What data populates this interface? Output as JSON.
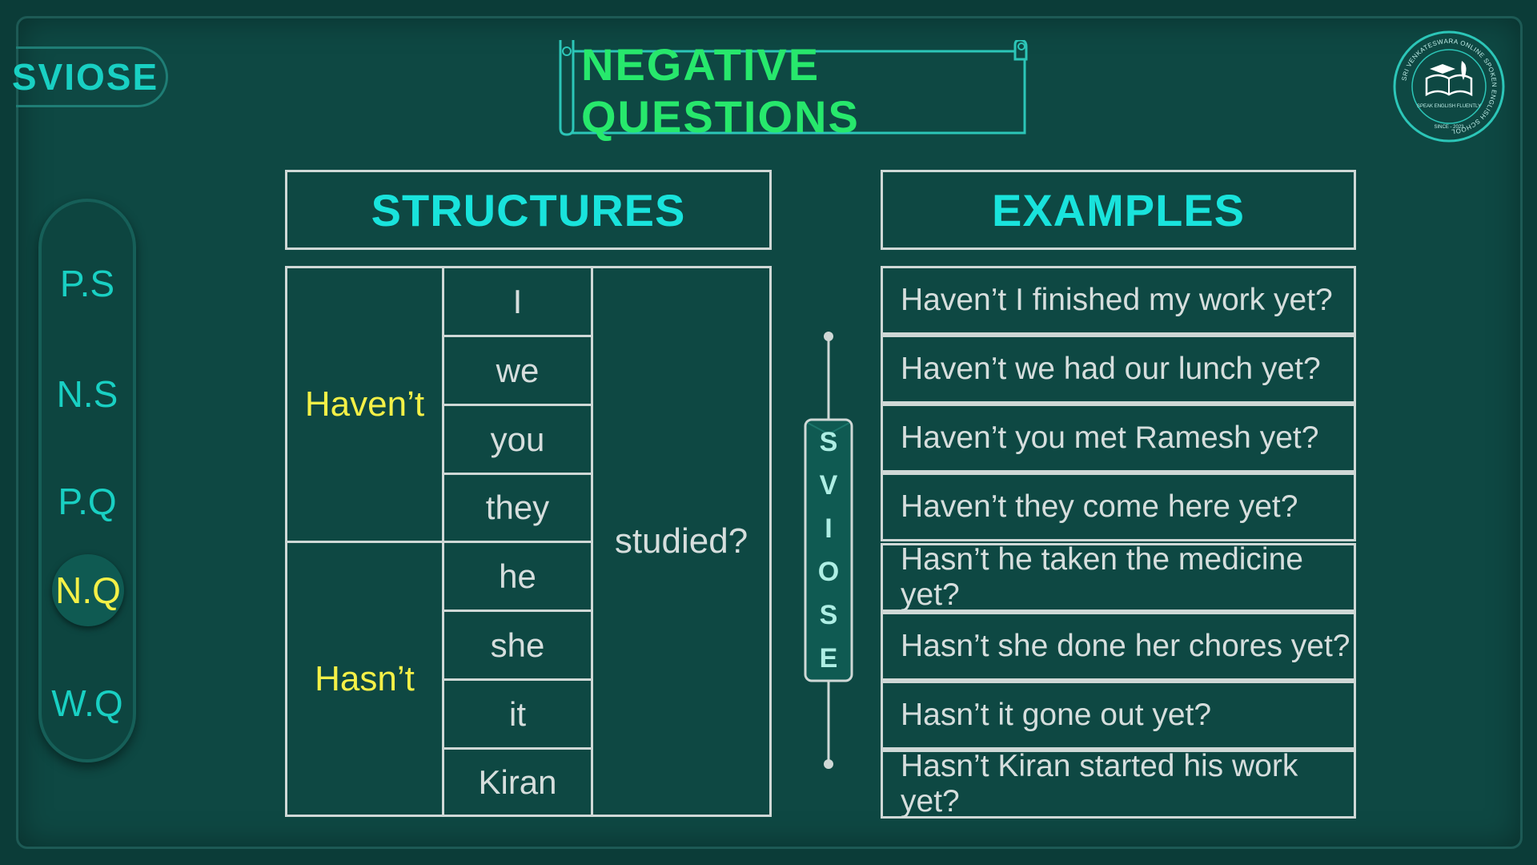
{
  "brand": "SVIOSE",
  "title": "NEGATIVE QUESTIONS",
  "logo": {
    "ring_text": "SRI VENKATESWARA ONLINE SPOKEN ENGLISH SCHOOL",
    "tagline": "SPEAK ENGLISH FLUENTLY",
    "since": "SINCE - 2023"
  },
  "nav": {
    "items": [
      {
        "label": "P.S"
      },
      {
        "label": "N.S"
      },
      {
        "label": "P.Q"
      },
      {
        "label": "N.Q"
      },
      {
        "label": "W.Q"
      }
    ],
    "active": "N.Q"
  },
  "structures": {
    "heading": "STRUCTURES",
    "auxiliaries": [
      "Haven’t",
      "Hasn’t"
    ],
    "subjects": [
      "I",
      "we",
      "you",
      "they",
      "he",
      "she",
      "it",
      "Kiran"
    ],
    "verb": "studied?"
  },
  "divider": {
    "letters": [
      "S",
      "V",
      "I",
      "O",
      "S",
      "E"
    ]
  },
  "examples": {
    "heading": "EXAMPLES",
    "items": [
      "Haven’t I finished my work yet?",
      "Haven’t we had our lunch yet?",
      "Haven’t you met Ramesh yet?",
      "Haven’t they come here yet?",
      "Hasn’t he taken the medicine yet?",
      "Hasn’t she done her chores yet?",
      "Hasn’t it gone out yet?",
      "Hasn’t Kiran started his work yet?"
    ]
  },
  "colors": {
    "background": "#0e4843",
    "accent_cyan": "#19e3dc",
    "title_green": "#27e86c",
    "highlight_yellow": "#f4f047",
    "text": "#d6dedd"
  }
}
